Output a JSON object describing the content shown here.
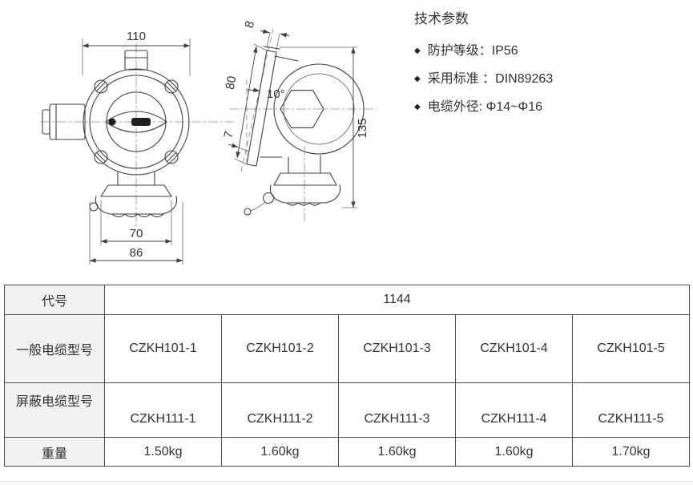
{
  "specs": {
    "title": "技术参数",
    "bullet_glyph": "◆",
    "items": [
      "防护等级：IP56",
      "采用标准 ：DIN89263",
      "电缆外径: Φ14~Φ16"
    ]
  },
  "front_view": {
    "dim_width_top": "110",
    "dim_width_inner": "70",
    "dim_width_outer": "86"
  },
  "side_view": {
    "dim_plate_thickness": "8",
    "dim_plate_length": "80",
    "dim_tilt_angle": "10°",
    "dim_offset": "7",
    "dim_height": "135"
  },
  "table": {
    "code_label": "代号",
    "code_value": "1144",
    "general_label": "一般电缆型号",
    "general_values": [
      "CZKH101-1",
      "CZKH101-2",
      "CZKH101-3",
      "CZKH101-4",
      "CZKH101-5"
    ],
    "shielded_label": "屏蔽电缆型号",
    "shielded_values": [
      "CZKH111-1",
      "CZKH111-2",
      "CZKH111-3",
      "CZKH111-4",
      "CZKH111-5"
    ],
    "weight_label": "重量",
    "weight_values": [
      "1.50kg",
      "1.60kg",
      "1.60kg",
      "1.60kg",
      "1.70kg"
    ]
  },
  "colors": {
    "line": "#3f3f3f",
    "table_border": "#4d4d4d",
    "header_bg": "#f2f2f2",
    "text": "#333333"
  }
}
